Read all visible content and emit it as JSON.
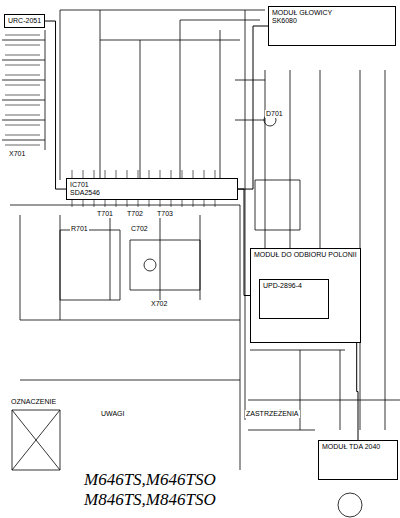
{
  "diagram": {
    "caption": "M646TS,M646TSO M846TS,M846TSO",
    "nodes": [
      {
        "text": [
          "URC-2051"
        ]
      },
      {
        "text": [
          "IC701",
          "SDA2546"
        ]
      },
      {
        "text": [
          "MODUŁ GŁOWICY",
          "SK6080"
        ]
      },
      {
        "text": [
          "MODUŁ DO ODBIORU POLONII"
        ]
      },
      {
        "text": [
          "UPD-2896-4"
        ],
        "in": 3
      },
      {
        "text": [
          "MODUŁ TDA 2040"
        ]
      }
    ],
    "edges": [
      {
        "from": 0,
        "to": 1,
        "arrow": "none"
      },
      {
        "from": 1,
        "to": 2,
        "arrow": "none"
      },
      {
        "from": 1,
        "to": 3,
        "arrow": "none"
      },
      {
        "from": 3,
        "to": 5,
        "arrow": "none"
      }
    ],
    "labels": [
      "UWAGI",
      "ZASTRZEŻENIA",
      "OZNACZENIE",
      "R701",
      "C702",
      "T701",
      "T702",
      "T703",
      "D701",
      "X701",
      "X702"
    ]
  }
}
